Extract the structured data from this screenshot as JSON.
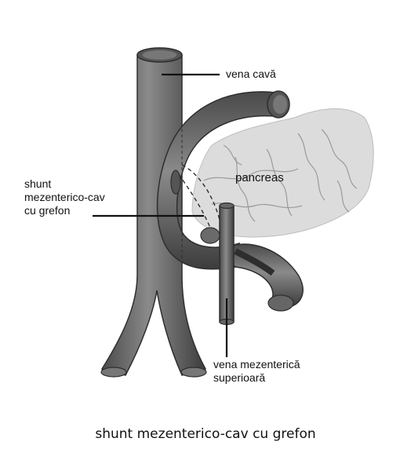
{
  "labels": {
    "vena_cava": "vena cavă",
    "pancreas": "pancreas",
    "shunt_line1": "shunt",
    "shunt_line2": "mezenterico-cav",
    "shunt_line3": "cu grefon",
    "vena_mez_line1": "vena mezenterică",
    "vena_mez_line2": "superioară"
  },
  "caption": "shunt mezenterico-cav cu grefon",
  "colors": {
    "vessel": "#6e6e6e",
    "vessel_dark": "#3a3a3a",
    "pancreas": "#d9d9d9",
    "pancreas_vessels": "#8a8a8a",
    "leader_lines": "#111111"
  }
}
